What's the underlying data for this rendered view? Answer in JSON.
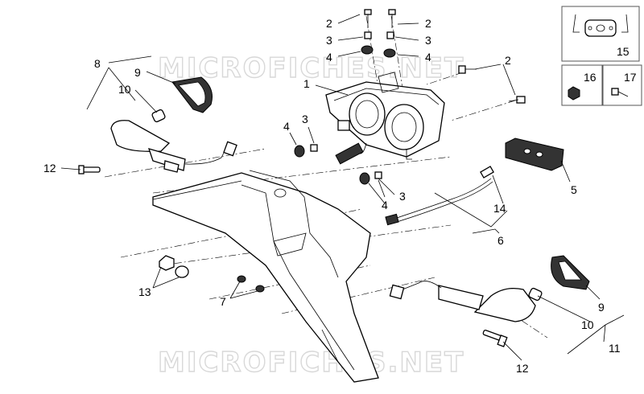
{
  "watermark": "MICROFICHES.NET",
  "callouts": {
    "c1": "1",
    "c2a": "2",
    "c2b": "2",
    "c2c": "2",
    "c3a": "3",
    "c3b": "3",
    "c3c": "3",
    "c3d": "3",
    "c4a": "4",
    "c4b": "4",
    "c4c": "4",
    "c4d": "4",
    "c5": "5",
    "c6": "6",
    "c7": "7",
    "c8": "8",
    "c9a": "9",
    "c9b": "9",
    "c10a": "10",
    "c10b": "10",
    "c11": "11",
    "c12a": "12",
    "c12b": "12",
    "c13": "13",
    "c14": "14",
    "c15": "15",
    "c16": "16",
    "c17": "17"
  }
}
